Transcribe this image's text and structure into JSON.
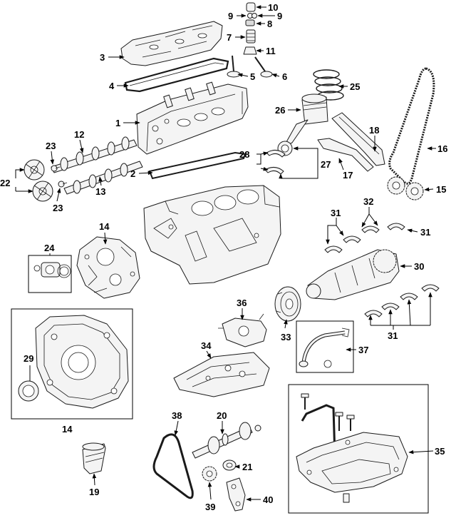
{
  "callouts": {
    "c1": "1",
    "c2": "2",
    "c3": "3",
    "c4": "4",
    "c5": "5",
    "c6": "6",
    "c7": "7",
    "c8": "8",
    "c9a": "9",
    "c9b": "9",
    "c10": "10",
    "c11": "11",
    "c12": "12",
    "c13": "13",
    "c14a": "14",
    "c14b": "14",
    "c15": "15",
    "c16": "16",
    "c17": "17",
    "c18": "18",
    "c19": "19",
    "c20": "20",
    "c21": "21",
    "c22": "22",
    "c23a": "23",
    "c23b": "23",
    "c24": "24",
    "c25": "25",
    "c26": "26",
    "c27": "27",
    "c28": "28",
    "c29": "29",
    "c30": "30",
    "c31a": "31",
    "c31b": "31",
    "c31c": "31",
    "c32": "32",
    "c33": "33",
    "c34": "34",
    "c35": "35",
    "c36": "36",
    "c37": "37",
    "c38": "38",
    "c39": "39",
    "c40": "40"
  }
}
